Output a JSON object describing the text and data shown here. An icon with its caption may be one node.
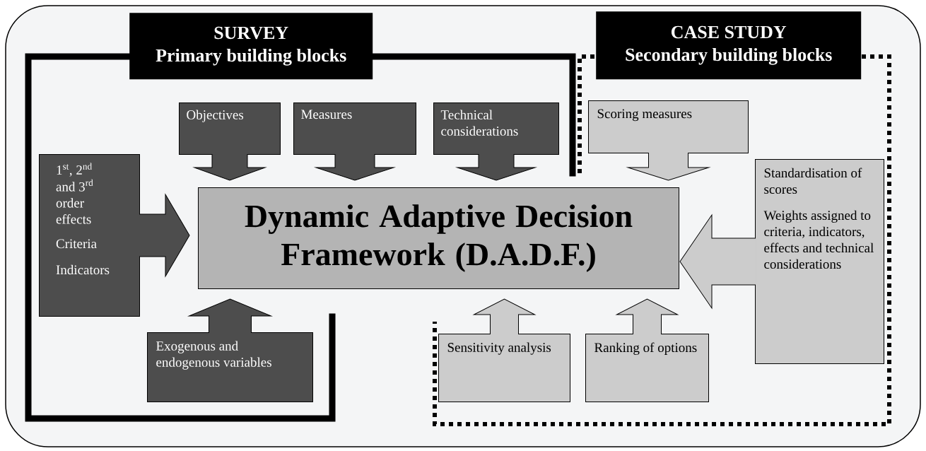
{
  "diagram": {
    "nodes": [
      {
        "text": [
          "SURVEY",
          "Primary building blocks"
        ]
      },
      {
        "text": [
          "CASE STUDY",
          "Secondary building blocks"
        ]
      },
      {
        "text": [
          "Dynamic Adaptive Decision Framework (D.A.D.F.)"
        ]
      },
      {
        "text": [
          "Objectives"
        ],
        "in": 0
      },
      {
        "text": [
          "Measures"
        ],
        "in": 0
      },
      {
        "text": [
          "Technical considerations"
        ]
      },
      {
        "text": [
          "Scoring measures"
        ],
        "in": 1
      },
      {
        "text": [
          "\\begin{array}{@{}l@{}}\\text{1}^{\\text{st}}\\text{, 2}^{\\text{nd}}\\\\ \\text{and 3}^{\\text{rd}}\\\\ \\text{order}\\\\ \\text{effects}\\end{array}",
          "Criteria",
          "Indicators"
        ],
        "in": 0
      },
      {
        "text": [
          "Standardisation of scores",
          "Weights assigned to criteria, indicators, effects and technical considerations"
        ],
        "in": 1
      },
      {
        "text": [
          "Exogenous and endogenous variables"
        ],
        "in": 0
      },
      {
        "text": [
          "Sensitivity analysis"
        ]
      },
      {
        "text": [
          "Ranking of options"
        ],
        "in": 1
      }
    ],
    "edges": [
      {
        "from": 3,
        "to": 2,
        "arrow": "to"
      },
      {
        "from": 4,
        "to": 2,
        "arrow": "to"
      },
      {
        "from": 5,
        "to": 2,
        "arrow": "to"
      },
      {
        "from": 6,
        "to": 2,
        "arrow": "to",
        "color": "#cccccc"
      },
      {
        "from": 7,
        "to": 2,
        "arrow": "to"
      },
      {
        "from": 8,
        "to": 2,
        "arrow": "to",
        "color": "#cccccc"
      },
      {
        "from": 9,
        "to": 2,
        "arrow": "to"
      },
      {
        "from": 10,
        "to": 2,
        "arrow": "to",
        "color": "#cccccc"
      },
      {
        "from": 11,
        "to": 2,
        "arrow": "to",
        "color": "#cccccc"
      }
    ]
  }
}
